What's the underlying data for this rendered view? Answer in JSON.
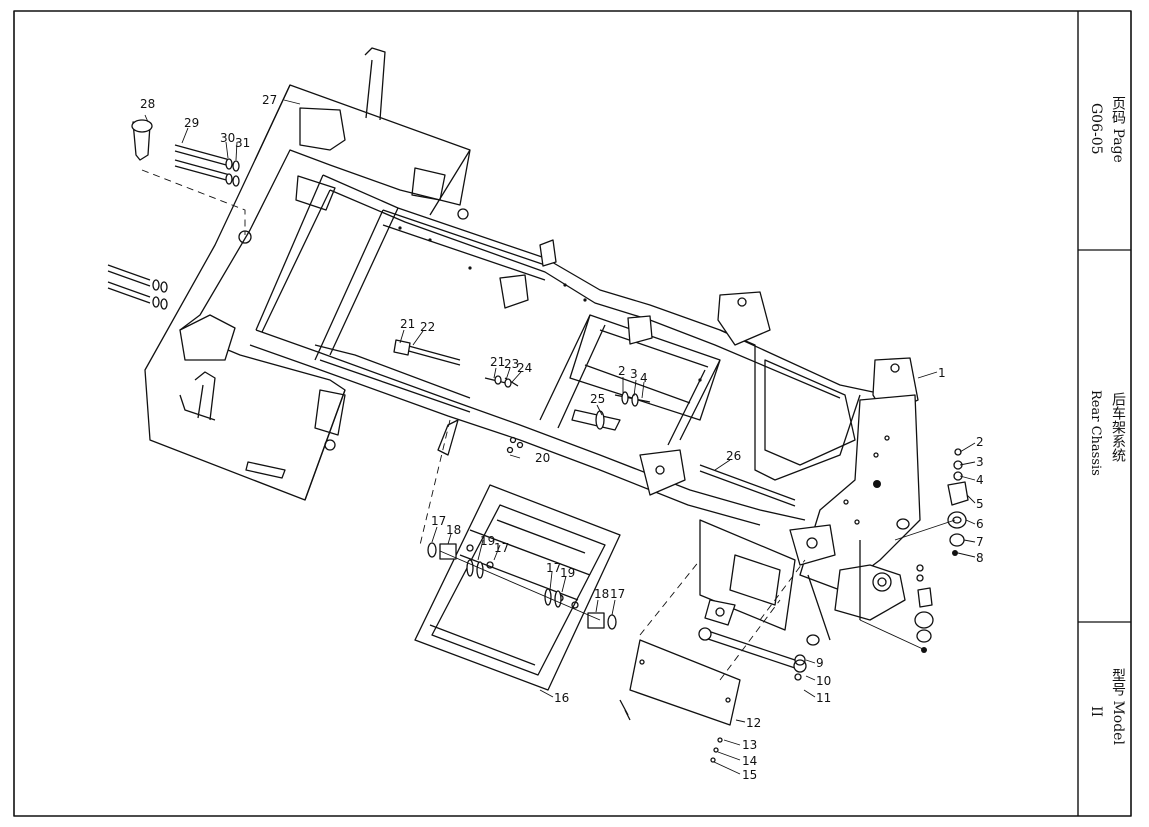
{
  "title_block": {
    "page_label": "页码 Page",
    "page_number": "G06-05",
    "section_cn": "后车架系统",
    "section_en": "Rear Chassis",
    "model_label": "型号  Model",
    "model_value": "II"
  },
  "callouts": [
    "1",
    "2",
    "3",
    "4",
    "5",
    "6",
    "7",
    "8",
    "9",
    "10",
    "11",
    "12",
    "13",
    "14",
    "15",
    "16",
    "17",
    "18",
    "19",
    "20",
    "21",
    "22",
    "23",
    "24",
    "25",
    "26",
    "27",
    "28",
    "29",
    "30",
    "31"
  ],
  "colors": {
    "line": "#111111",
    "paper": "#ffffff"
  }
}
